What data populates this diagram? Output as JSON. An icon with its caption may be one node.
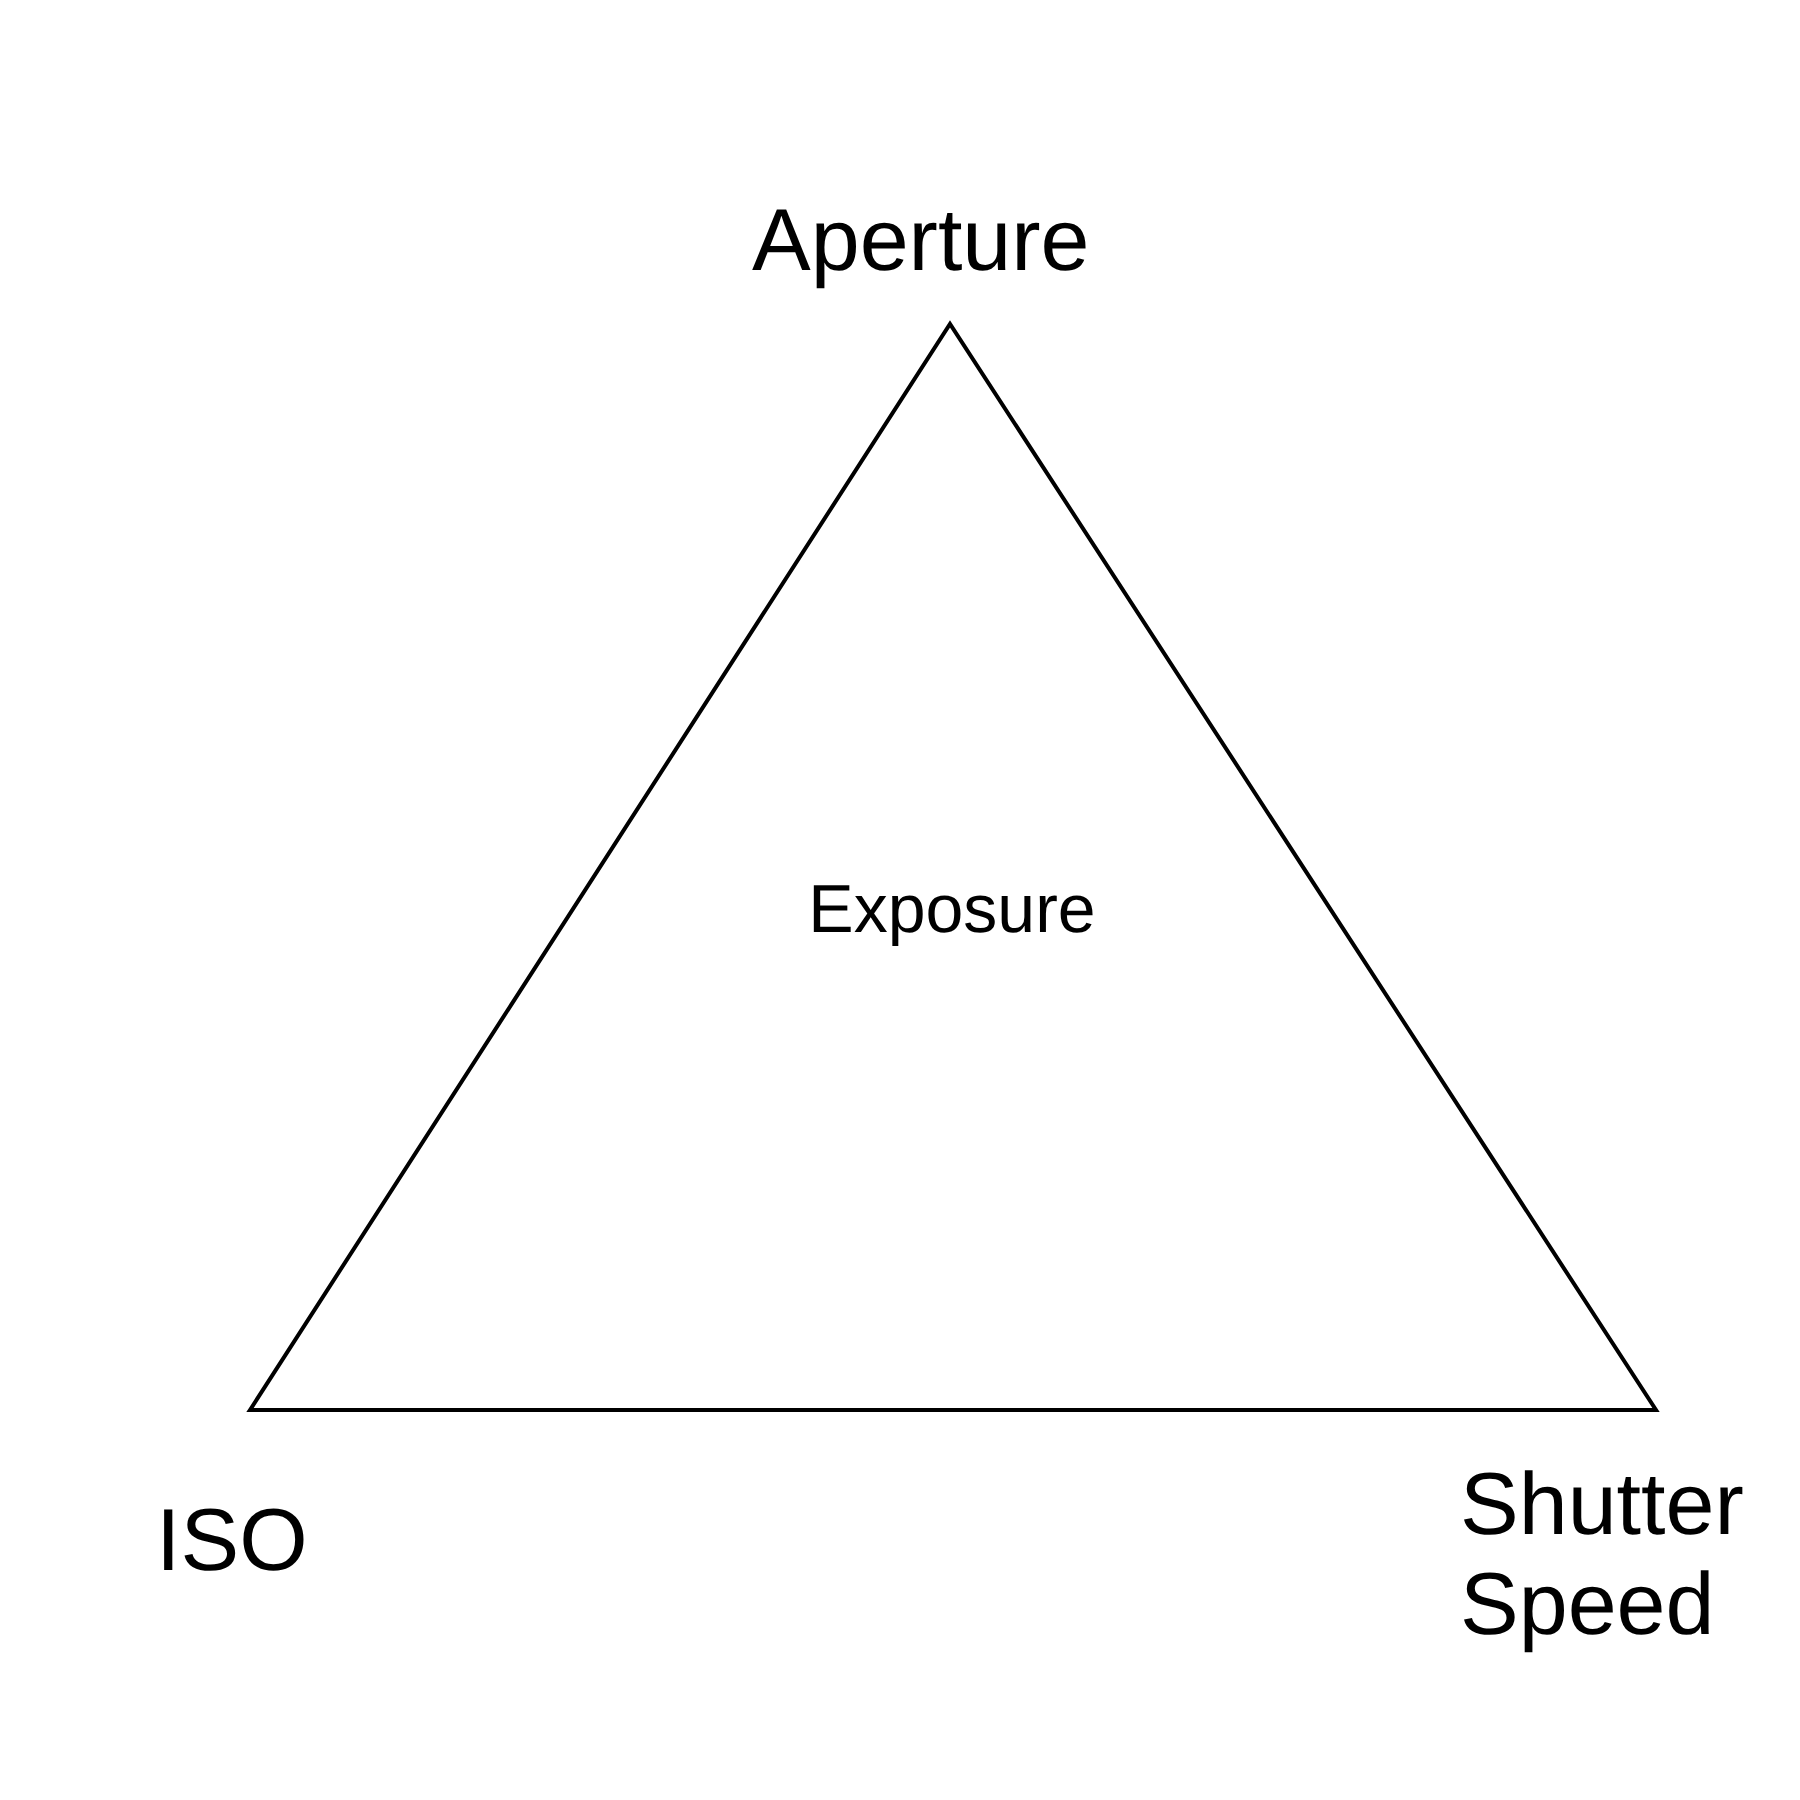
{
  "diagram": {
    "nodes": [
      {
        "text": [
          "Exposure"
        ]
      }
    ],
    "labels": [
      "Aperture",
      "ISO",
      "Shutter Speed"
    ]
  }
}
